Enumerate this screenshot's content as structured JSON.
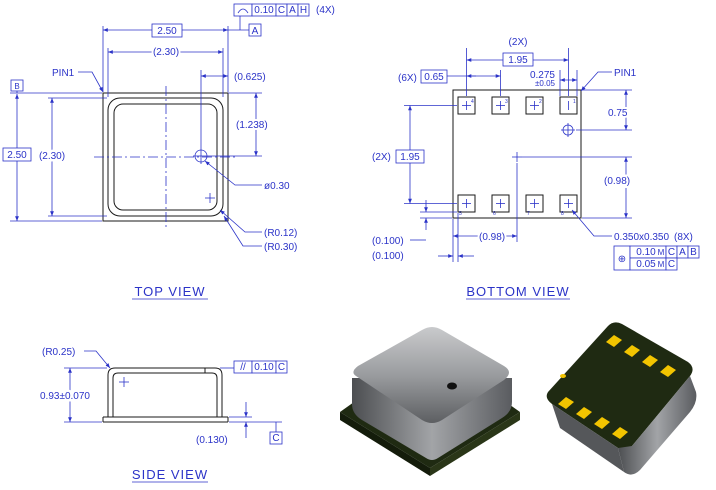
{
  "top_view": {
    "title": "TOP VIEW",
    "pin1": "PIN1",
    "width": "2.50",
    "ref_width": "(2.30)",
    "height": "2.50",
    "ref_height": "(2.30)",
    "hole_x": "(0.625)",
    "hole_y": "(1.238)",
    "hole_dia": "ø0.30",
    "r_inner": "(R0.12)",
    "r_outer": "(R0.30)",
    "flat_sym": "⌒",
    "flat_tol": "0.10",
    "flat_ref1": "C",
    "flat_ref2": "A",
    "flat_ref3": "H",
    "flat_count": "(4X)",
    "datum_a": "A",
    "datum_b": "B"
  },
  "bottom_view": {
    "title": "BOTTOM VIEW",
    "pin1": "PIN1",
    "pitch_count_h": "(2X)",
    "pitch_h": "1.95",
    "count_6x": "(6X)",
    "pitch_065": "0.65",
    "pad_off": "0.275",
    "pad_tol": "±0.05",
    "pad_075": "0.75",
    "pitch_count_v": "(2X)",
    "pitch_v": "1.95",
    "ref_098_v": "(0.98)",
    "ref_098_h": "(0.98)",
    "ref_0100_a": "(0.100)",
    "ref_0100_b": "(0.100)",
    "pad_size": "0.350x0.350",
    "pad_count": "(8X)",
    "pos_sym": "⊕",
    "fcf1_tol": "0.10",
    "fcf1_mod": "M",
    "fcf1_c": "C",
    "fcf1_a": "A",
    "fcf1_b": "B",
    "fcf2_tol": "0.05",
    "fcf2_mod": "M",
    "fcf2_c": "C",
    "pin_labels": [
      "4",
      "3",
      "2",
      "1",
      "5",
      "6",
      "7",
      "8"
    ]
  },
  "side_view": {
    "title": "SIDE VIEW",
    "radius": "(R0.25)",
    "height": "0.93±0.070",
    "base": "(0.130)",
    "par_sym": "//",
    "par_tol": "0.10",
    "par_ref": "C",
    "datum_c": "C"
  },
  "colors": {
    "dimension": "#2b33c8",
    "body_outline": "#1a1a1a",
    "metal": "#8a8c90",
    "pad_gold": "#f2c400",
    "pcb_green": "#1f2a12"
  }
}
